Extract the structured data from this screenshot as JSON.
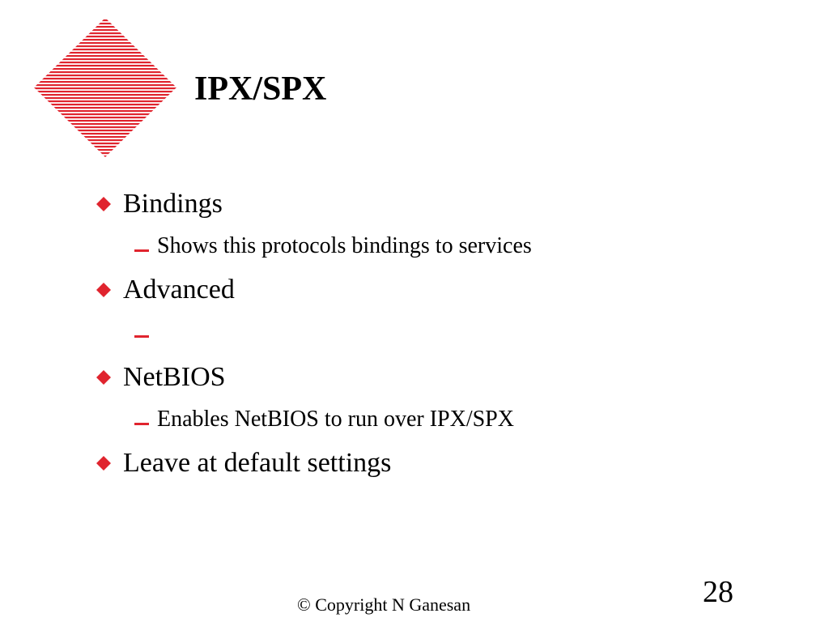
{
  "slide": {
    "title": "IPX/SPX",
    "logo_icon": "striped-red-diamond-icon",
    "accent_color": "#e0242e",
    "bullet_icon": "red-diamond-bullet-icon",
    "bullets": [
      {
        "text": "Bindings",
        "sub": [
          "Shows this protocols bindings to services"
        ]
      },
      {
        "text": "Advanced",
        "sub": [
          ""
        ]
      },
      {
        "text": "NetBIOS",
        "sub": [
          "Enables NetBIOS to run over IPX/SPX"
        ]
      },
      {
        "text": "Leave at default settings",
        "sub": []
      }
    ]
  },
  "footer": {
    "copyright": "© Copyright N Ganesan",
    "page_number": "28"
  }
}
